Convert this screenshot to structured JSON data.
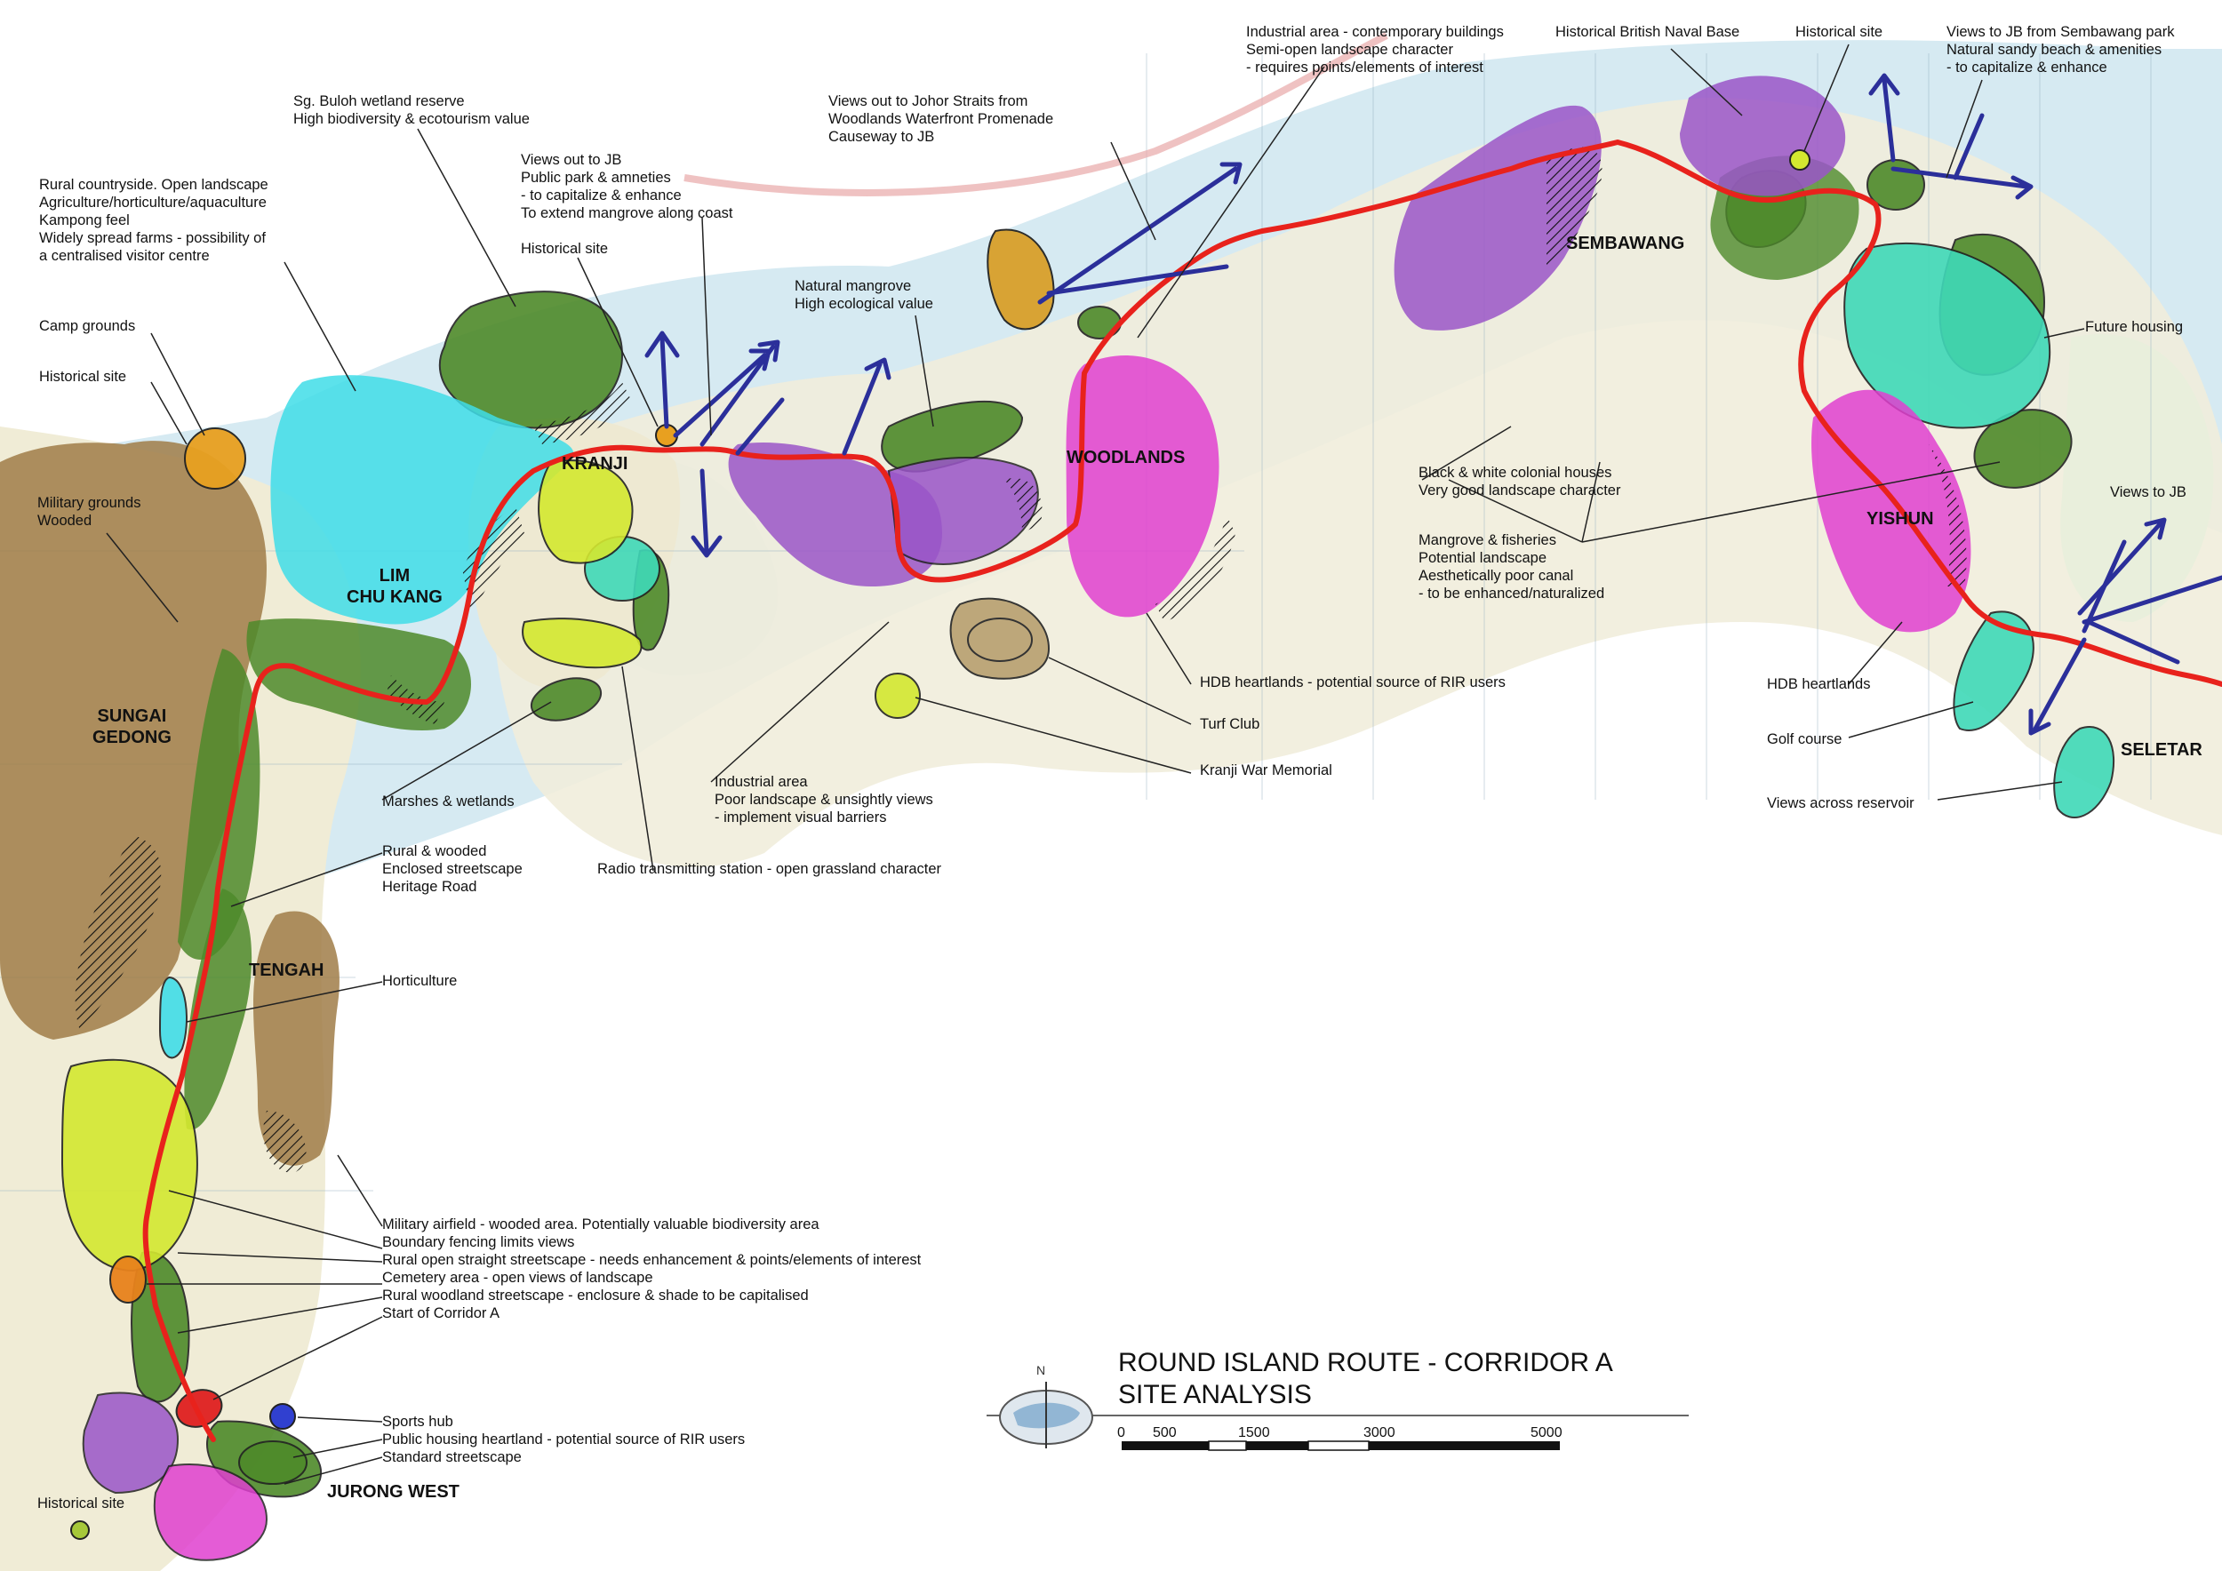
{
  "title": {
    "line1": "ROUND ISLAND ROUTE - CORRIDOR A",
    "line2": "SITE ANALYSIS"
  },
  "scale_bar": {
    "ticks": [
      "0",
      "500",
      "1500",
      "3000",
      "5000"
    ]
  },
  "north_arrow": {
    "label": "N"
  },
  "places": {
    "lim_chu_kang": [
      "LIM",
      "CHU KANG"
    ],
    "kranji": [
      "KRANJI"
    ],
    "woodlands": [
      "WOODLANDS"
    ],
    "sembawang": [
      "SEMBAWANG"
    ],
    "yishun": [
      "YISHUN"
    ],
    "seletar": [
      "SELETAR"
    ],
    "sungai_gedong": [
      "SUNGAI",
      "GEDONG"
    ],
    "tengah": [
      "TENGAH"
    ],
    "jurong_west": [
      "JURONG WEST"
    ]
  },
  "annotations": {
    "sg_buloh": [
      "Sg. Buloh wetland reserve",
      "High biodiversity & ecotourism value"
    ],
    "rural_countryside": [
      "Rural countryside.  Open landscape",
      "Agriculture/horticulture/aquaculture",
      "Kampong feel",
      "Widely spread farms - possibility of",
      "a centralised visitor centre"
    ],
    "camp_grounds": [
      "Camp grounds"
    ],
    "historical_site_west": [
      "Historical site"
    ],
    "military_grounds": [
      "Military grounds",
      "Wooded"
    ],
    "views_jb_park": [
      "Views out to JB",
      "Public park & amneties",
      "- to capitalize & enhance",
      "To extend mangrove along coast"
    ],
    "historical_site_kranji": [
      "Historical site"
    ],
    "natural_mangrove": [
      "Natural mangrove",
      "High ecological value"
    ],
    "views_johor": [
      "Views out to Johor Straits from",
      "Woodlands Waterfront Promenade",
      "Causeway to JB"
    ],
    "industrial_contemporary": [
      "Industrial area - contemporary buildings",
      "Semi-open landscape character",
      "- requires points/elements of interest"
    ],
    "naval_base": [
      "Historical British Naval Base"
    ],
    "historical_site_sembawang": [
      "Historical site"
    ],
    "views_sembawang_park": [
      "Views to JB from Sembawang park",
      "Natural sandy beach & amenities",
      "- to capitalize & enhance"
    ],
    "future_housing": [
      "Future housing"
    ],
    "colonial_houses": [
      "Black & white colonial houses",
      "Very good landscape character"
    ],
    "mangrove_fisheries": [
      "Mangrove & fisheries",
      "Potential landscape",
      "Aesthetically poor canal",
      "- to be enhanced/naturalized"
    ],
    "views_to_jb": [
      "Views to JB"
    ],
    "hdb_woodlands": [
      "HDB heartlands - potential source of RIR users"
    ],
    "turf_club": [
      "Turf Club"
    ],
    "kranji_war_memorial": [
      "Kranji War Memorial"
    ],
    "industrial_poor": [
      "Industrial area",
      "Poor landscape & unsightly views",
      "- implement visual barriers"
    ],
    "marshes": [
      "Marshes & wetlands"
    ],
    "rural_wooded": [
      "Rural & wooded",
      "Enclosed streetscape",
      "Heritage Road"
    ],
    "radio_station": [
      "Radio transmitting station - open grassland character"
    ],
    "hdb_yishun": [
      "HDB heartlands"
    ],
    "golf_course": [
      "Golf course"
    ],
    "views_reservoir": [
      "Views across reservoir"
    ],
    "horticulture": [
      "Horticulture"
    ],
    "military_airfield": [
      "Military airfield - wooded area. Potentially valuable biodiversity area",
      "Boundary fencing limits views",
      "Rural open straight streetscape - needs enhancement & points/elements of interest",
      "Cemetery area - open views of landscape",
      "Rural woodland streetscape - enclosure & shade to be capitalised",
      "Start of Corridor A"
    ],
    "sports_hub": [
      "Sports hub",
      "Public housing heartland - potential source of RIR users",
      "Standard streetscape"
    ],
    "historical_site_south": [
      "Historical site"
    ]
  },
  "colors": {
    "route": "#e8221c",
    "sea": "#cfe6f0",
    "land": "#f2efe0",
    "green_zone": "#4e8a2a",
    "brown_zone": "#a07c48",
    "purple_zone": "#9a55c8",
    "magenta_zone": "#e040d0",
    "cyan_zone": "#40dde8",
    "teal_zone": "#3fd9b8",
    "yellow_zone": "#d4e830",
    "orange_zone": "#e8a020",
    "view_arrow": "#2b2f9a"
  }
}
